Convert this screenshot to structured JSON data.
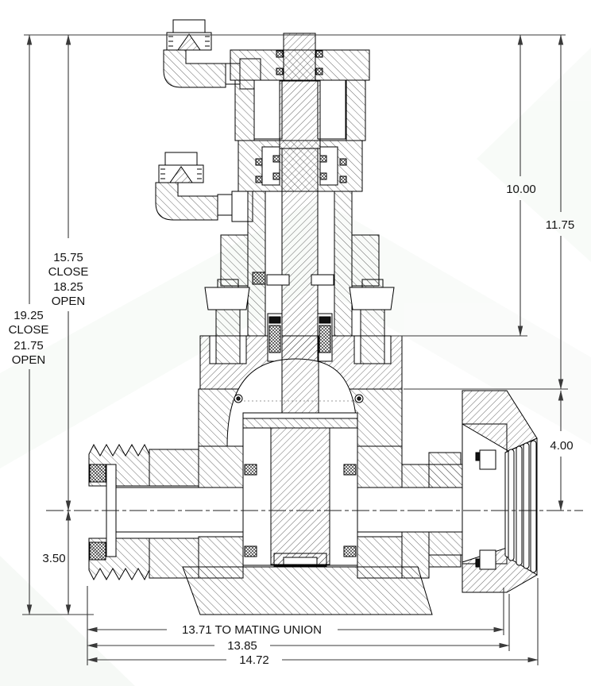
{
  "drawing": {
    "title": "valve-cross-section",
    "dim_color": "#3a3a3a",
    "dimensions": {
      "stroke_inner": {
        "lines": [
          "15.75",
          "CLOSE",
          "18.25",
          "OPEN"
        ]
      },
      "stroke_outer": {
        "lines": [
          "19.25",
          "CLOSE",
          "21.75",
          "OPEN"
        ]
      },
      "top_to_bonnet": "10.00",
      "top_to_flange": "11.75",
      "flange_to_centerline": "4.00",
      "centerline_to_base": "3.50",
      "width_to_mating_union": "13.71 TO MATING UNION",
      "width_intermediate": "13.85",
      "width_overall": "14.72"
    }
  }
}
